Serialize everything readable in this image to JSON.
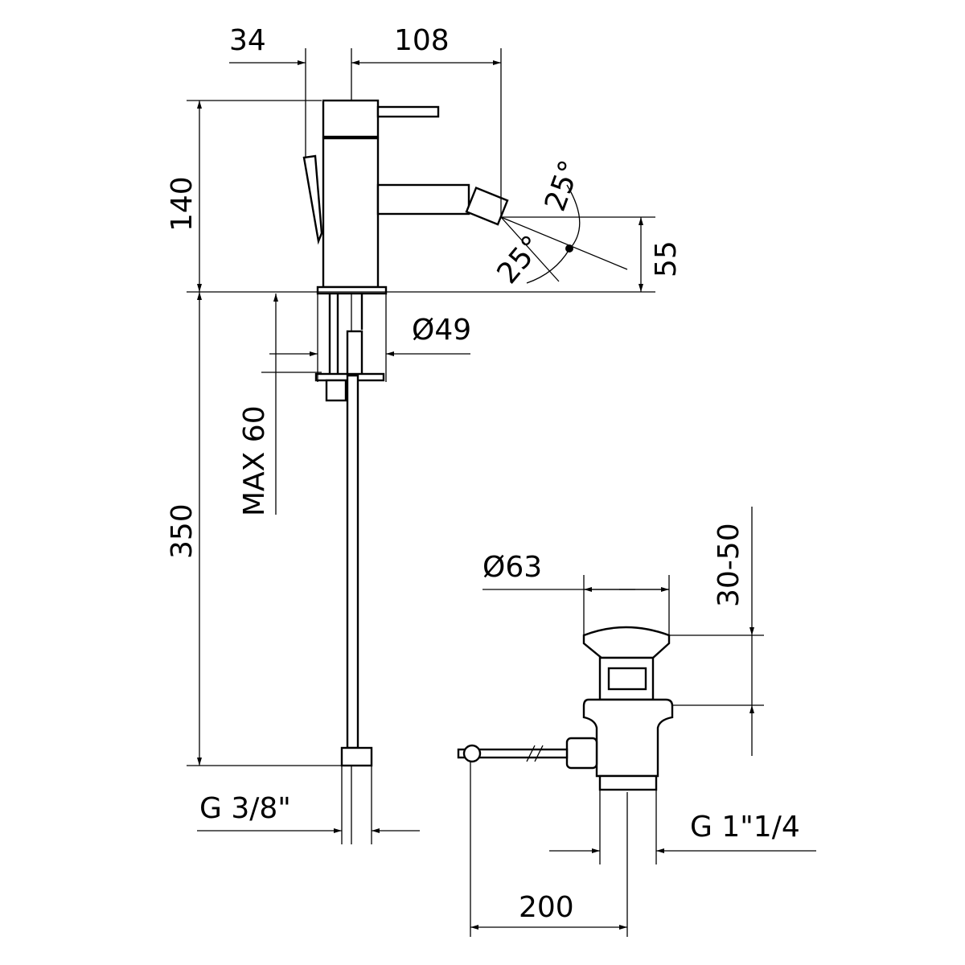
{
  "dimensions": {
    "d34": "34",
    "d108": "108",
    "d140": "140",
    "angle_up": "25°",
    "angle_down": "25°",
    "d55": "55",
    "dia49": "Ø49",
    "max60": "MAX 60",
    "d350": "350",
    "g38": "G 3/8\"",
    "dia63": "Ø63",
    "d3050": "30-50",
    "g114": "G 1\"1/4",
    "d200": "200"
  },
  "colors": {
    "line": "#000000",
    "background": "#ffffff"
  }
}
